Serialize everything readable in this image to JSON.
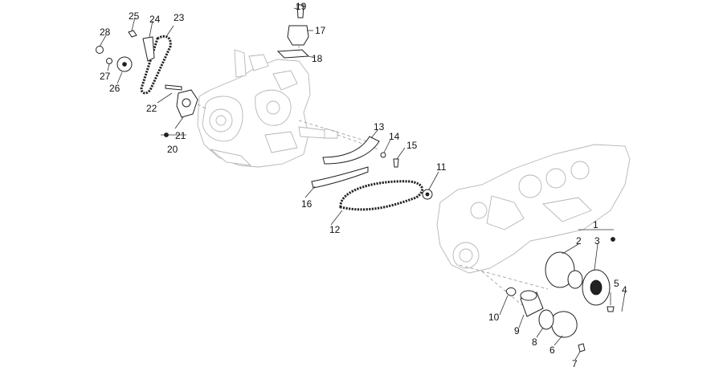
{
  "callouts": [
    {
      "id": "c1",
      "text": "1"
    },
    {
      "id": "c2",
      "text": "2"
    },
    {
      "id": "c3",
      "text": "3"
    },
    {
      "id": "c4",
      "text": "4"
    },
    {
      "id": "c5",
      "text": "5"
    },
    {
      "id": "c6",
      "text": "6"
    },
    {
      "id": "c7",
      "text": "7"
    },
    {
      "id": "c8",
      "text": "8"
    },
    {
      "id": "c9",
      "text": "9"
    },
    {
      "id": "c10",
      "text": "10"
    },
    {
      "id": "c11",
      "text": "11"
    },
    {
      "id": "c12",
      "text": "12"
    },
    {
      "id": "c13",
      "text": "13"
    },
    {
      "id": "c14",
      "text": "14"
    },
    {
      "id": "c15",
      "text": "15"
    },
    {
      "id": "c16",
      "text": "16"
    },
    {
      "id": "c17",
      "text": "17"
    },
    {
      "id": "c18",
      "text": "18"
    },
    {
      "id": "c19",
      "text": "19"
    },
    {
      "id": "c20",
      "text": "20"
    },
    {
      "id": "c21",
      "text": "21"
    },
    {
      "id": "c22",
      "text": "22"
    },
    {
      "id": "c23",
      "text": "23"
    },
    {
      "id": "c24",
      "text": "24"
    },
    {
      "id": "c25",
      "text": "25"
    },
    {
      "id": "c26",
      "text": "26"
    },
    {
      "id": "c27",
      "text": "27"
    },
    {
      "id": "c28",
      "text": "28"
    }
  ]
}
